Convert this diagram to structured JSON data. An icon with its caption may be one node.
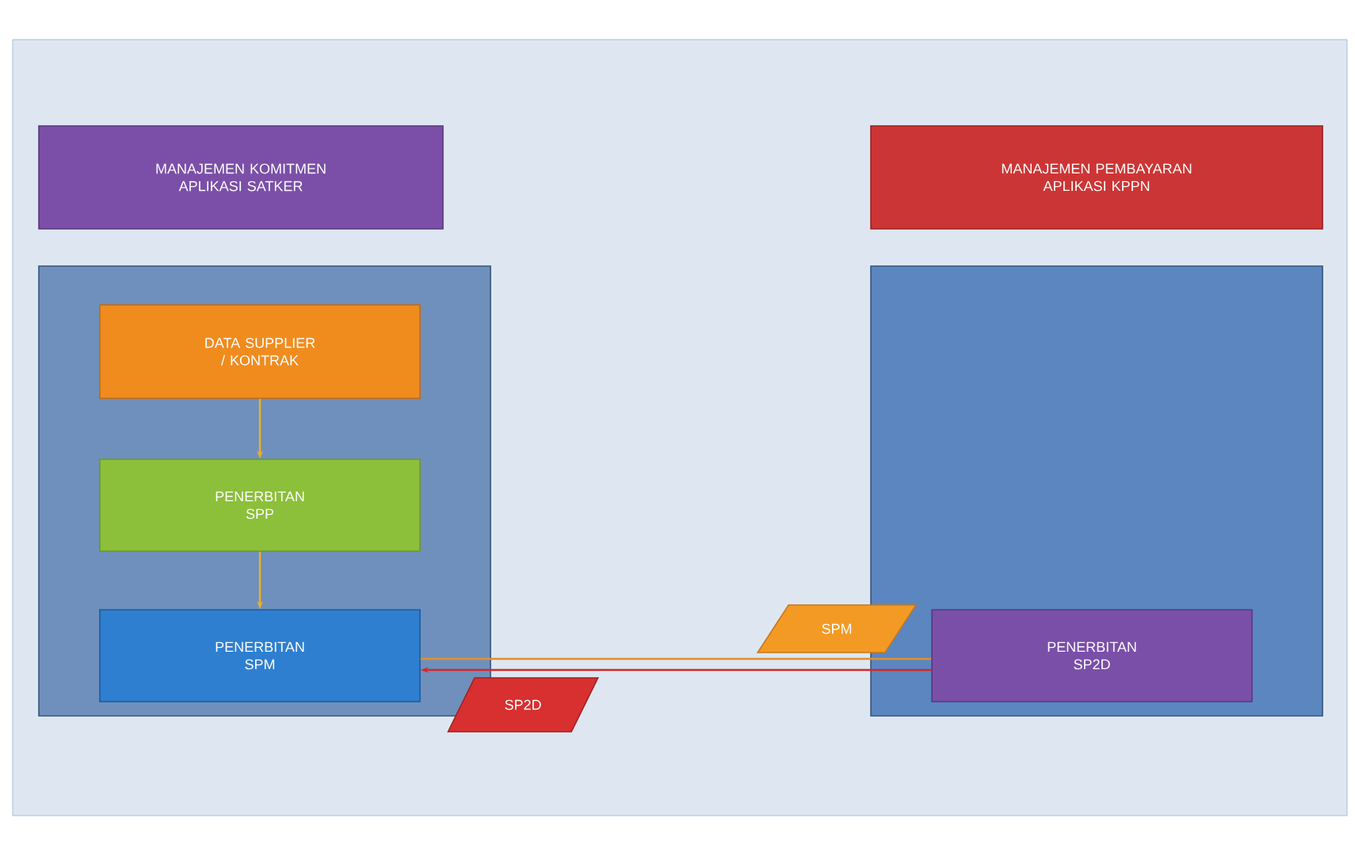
{
  "diagram": {
    "nodes": [
      {
        "text": [
          "MANAJEMEN KOMITMEN APLIKASI SATKER"
        ]
      },
      {
        "text": [
          "MANAJEMEN PEMBAYARAN APLIKASI KPPN"
        ]
      },
      {
        "text": [],
        "shape": "box"
      },
      {
        "text": [
          "DATA SUPPLIER / KONTRAK"
        ],
        "in": 2
      },
      {
        "text": [
          "PENERBITAN SPP"
        ],
        "in": 2
      },
      {
        "text": [
          "PENERBITAN SPM"
        ],
        "in": 2
      },
      {
        "text": [],
        "shape": "box"
      },
      {
        "text": [
          "PENERBITAN SP2D"
        ],
        "in": 6
      },
      {
        "text": [
          "SPM"
        ]
      },
      {
        "text": [
          "SP2D"
        ]
      }
    ],
    "edges": [
      {
        "from": 3,
        "to": 4,
        "arrow": "to",
        "color": "#f0b020"
      },
      {
        "from": 4,
        "to": 5,
        "arrow": "to",
        "color": "#f0b020"
      },
      {
        "from": 5,
        "to": 7,
        "arrow": "none",
        "color": "#e0902e"
      },
      {
        "from": 7,
        "to": 5,
        "arrow": "to",
        "color": "#d42828"
      }
    ]
  }
}
